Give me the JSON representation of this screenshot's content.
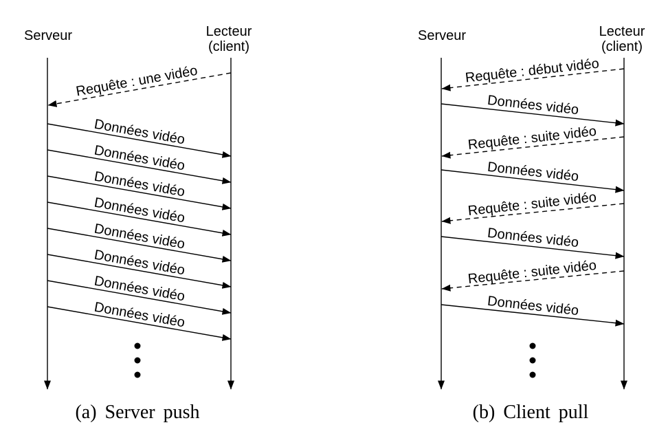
{
  "colors": {
    "ink": "#000000",
    "background": "#ffffff"
  },
  "panels": [
    {
      "caption": "(a) Server push",
      "actors": {
        "server": "Serveur",
        "client_line1": "Lecteur",
        "client_line2": "(client)"
      },
      "messages": [
        {
          "label": "Requête : une vidéo",
          "style": "dashed",
          "from": "client",
          "to": "server"
        },
        {
          "label": "Données vidéo",
          "style": "solid",
          "from": "server",
          "to": "client"
        },
        {
          "label": "Données vidéo",
          "style": "solid",
          "from": "server",
          "to": "client"
        },
        {
          "label": "Données vidéo",
          "style": "solid",
          "from": "server",
          "to": "client"
        },
        {
          "label": "Données vidéo",
          "style": "solid",
          "from": "server",
          "to": "client"
        },
        {
          "label": "Données vidéo",
          "style": "solid",
          "from": "server",
          "to": "client"
        },
        {
          "label": "Données vidéo",
          "style": "solid",
          "from": "server",
          "to": "client"
        },
        {
          "label": "Données vidéo",
          "style": "solid",
          "from": "server",
          "to": "client"
        },
        {
          "label": "Données vidéo",
          "style": "solid",
          "from": "server",
          "to": "client"
        }
      ],
      "ellipsis_dots": 3
    },
    {
      "caption": "(b) Client pull",
      "actors": {
        "server": "Serveur",
        "client_line1": "Lecteur",
        "client_line2": "(client)"
      },
      "messages": [
        {
          "label": "Requête : début vidéo",
          "style": "dashed",
          "from": "client",
          "to": "server"
        },
        {
          "label": "Données vidéo",
          "style": "solid",
          "from": "server",
          "to": "client"
        },
        {
          "label": "Requête : suite vidéo",
          "style": "dashed",
          "from": "client",
          "to": "server"
        },
        {
          "label": "Données vidéo",
          "style": "solid",
          "from": "server",
          "to": "client"
        },
        {
          "label": "Requête : suite vidéo",
          "style": "dashed",
          "from": "client",
          "to": "server"
        },
        {
          "label": "Données vidéo",
          "style": "solid",
          "from": "server",
          "to": "client"
        },
        {
          "label": "Requête : suite vidéo",
          "style": "dashed",
          "from": "client",
          "to": "server"
        },
        {
          "label": "Données vidéo",
          "style": "solid",
          "from": "server",
          "to": "client"
        }
      ],
      "ellipsis_dots": 3
    }
  ]
}
